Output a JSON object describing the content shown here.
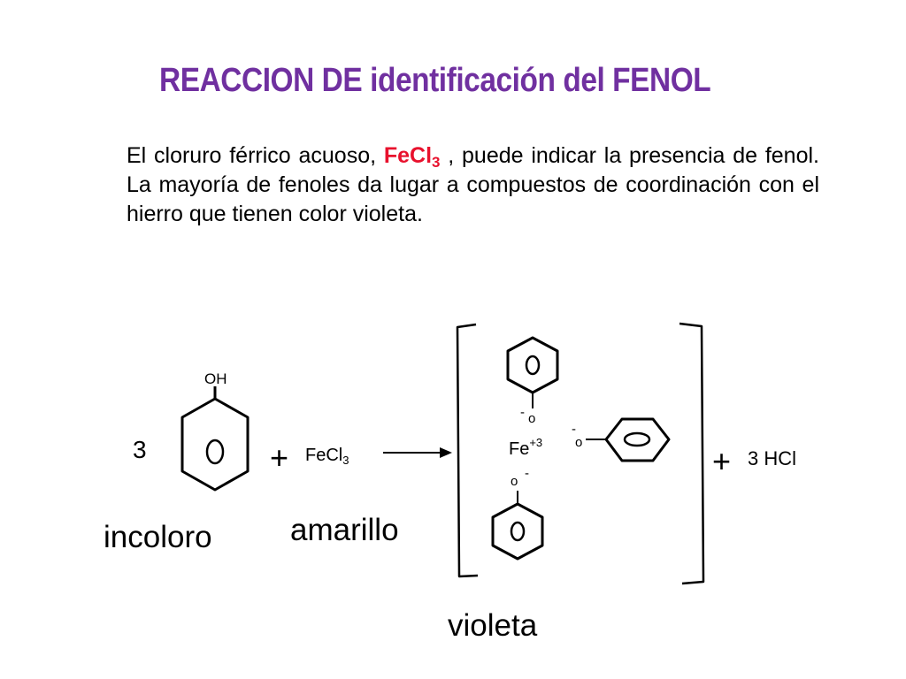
{
  "slide": {
    "title": "REACCION DE identificación del  FENOL",
    "paragraph": {
      "before": "El cloruro  férrico acuoso, ",
      "reagent": "FeCl",
      "reagent_subscript": "3",
      "after": " , puede indicar la presencia de fenol. La mayoría de fenoles da lugar a compuestos de coordinación con el hierro que tienen color violeta."
    },
    "title_color": "#7030a0",
    "highlight_color": "#e8112d"
  },
  "scheme": {
    "coefficient": "3",
    "oh_label": "OH",
    "plus": "+",
    "reagent": "FeCl",
    "reagent_subscript": "3",
    "iron": "Fe",
    "iron_charge": "+3",
    "minus": "-",
    "oxygen": "o",
    "product": "3 HCl",
    "labels": {
      "colorless": "incoloro",
      "yellow": "amarillo",
      "violet": "violeta"
    }
  }
}
